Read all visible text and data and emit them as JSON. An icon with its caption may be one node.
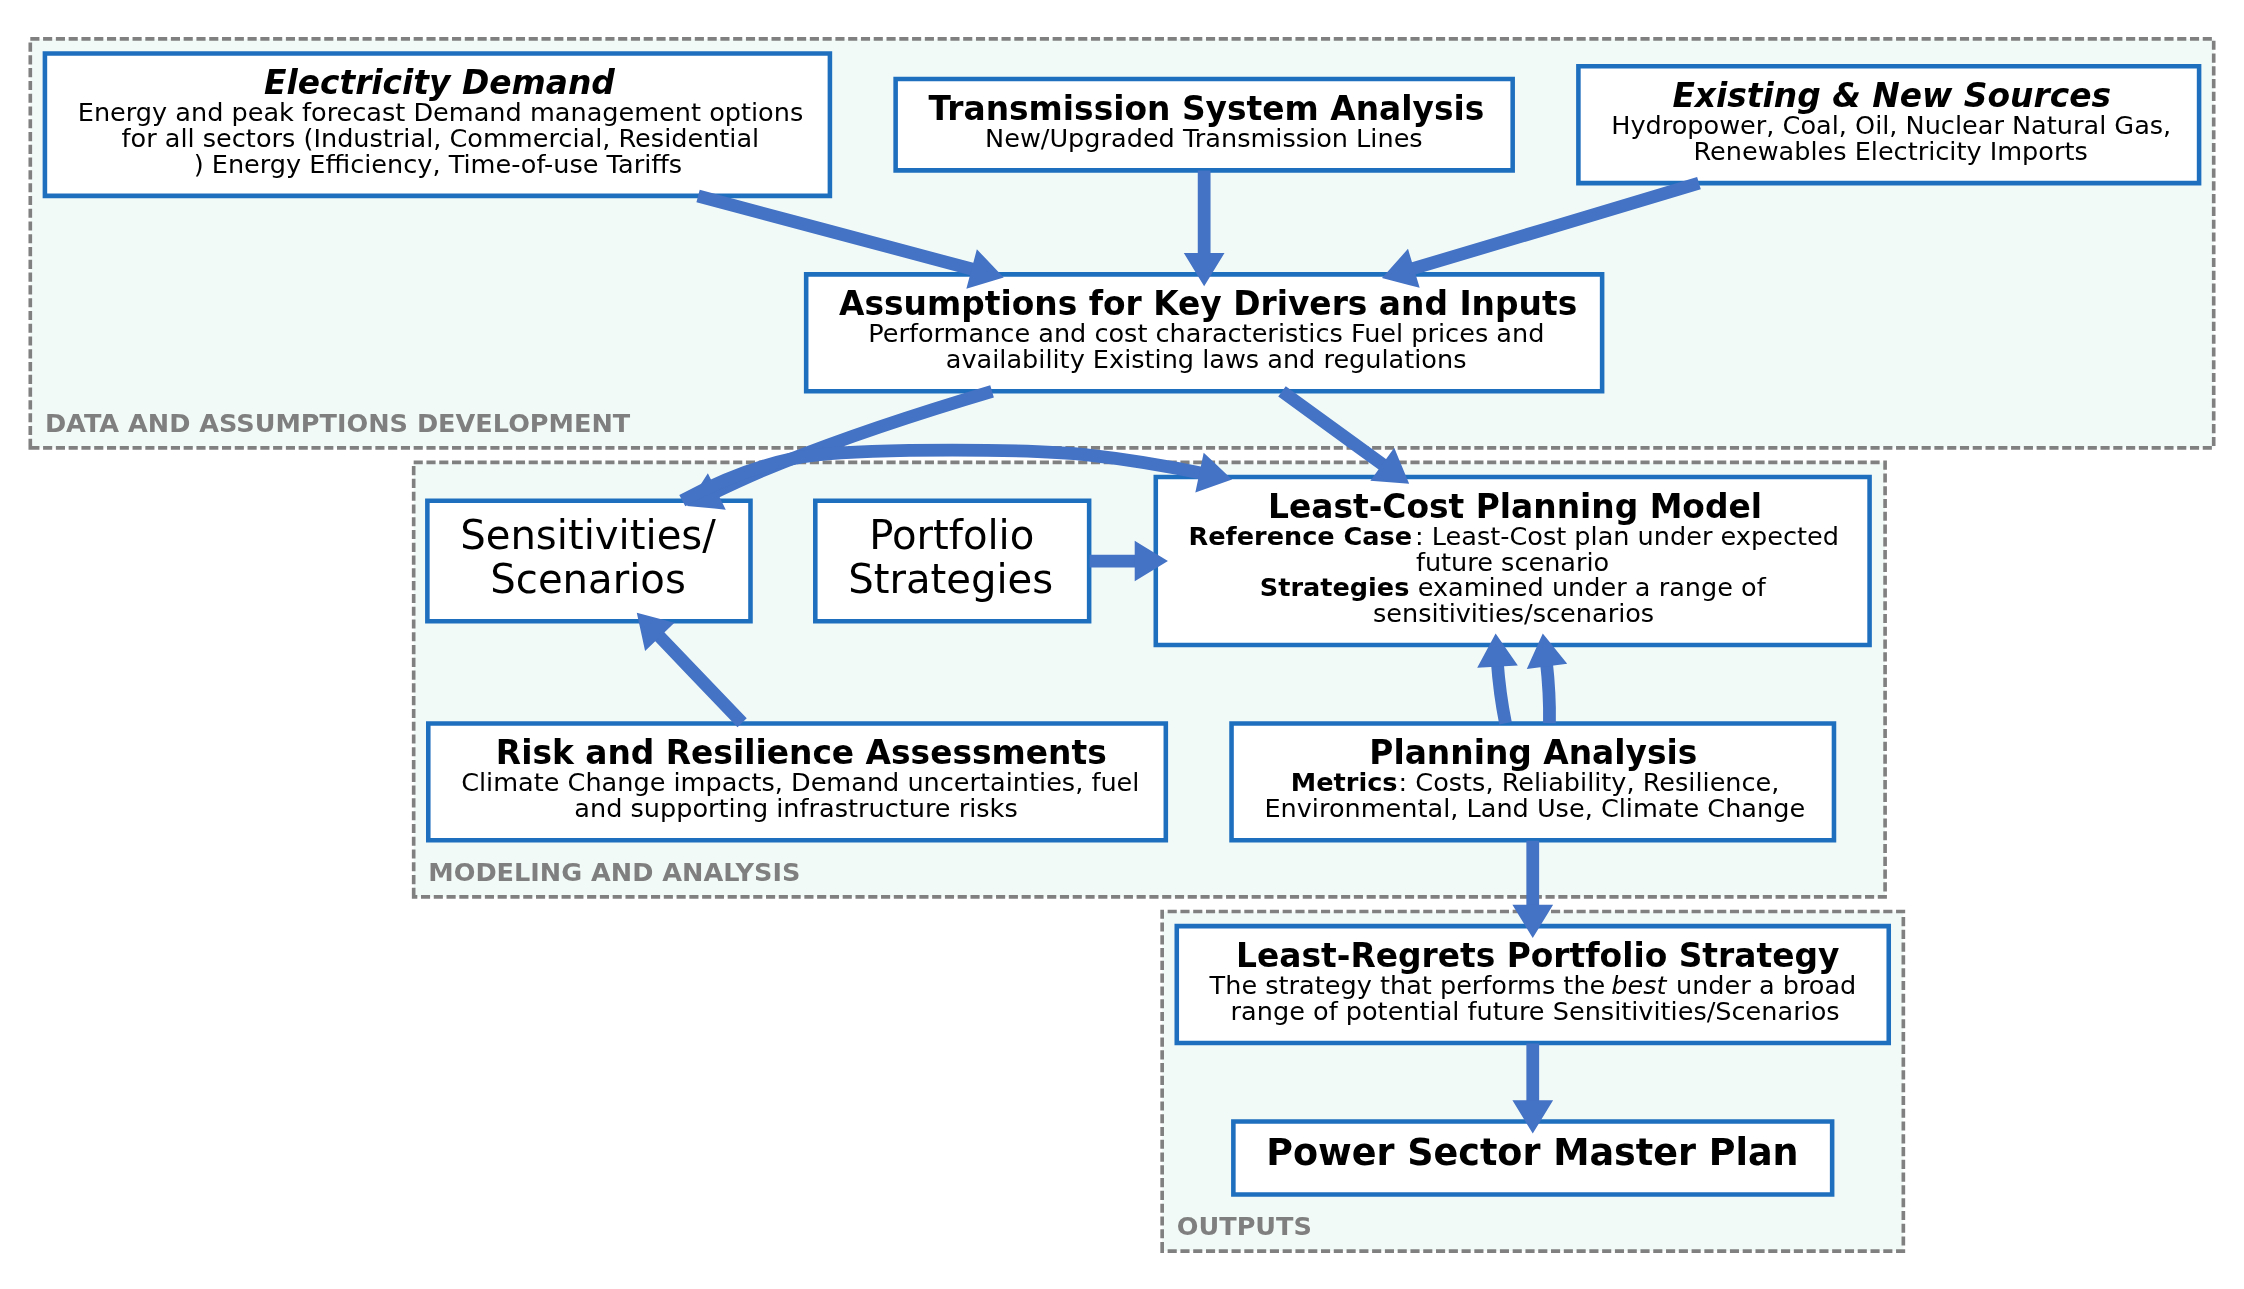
{
  "diagram": {
    "nodes": [
      {
        "text": [
          "DATA AND ASSUMPTIONS DEVELOPMENT"
        ]
      },
      {
        "text": [
          "Existing & New Sources",
          "Hydropower, Coal, Oil, Nuclear Natural Gas, Renewables Electricity Imports"
        ],
        "in": 0
      },
      {
        "text": [
          "Transmission System Analysis",
          "New/Upgraded Transmission Lines"
        ],
        "in": 0
      },
      {
        "text": [
          "Electricity Demand",
          "Energy and peak forecast Demand management options for all sectors (Industrial, Commercial, Residential ) Energy Efficiency, Time-of-use Tariffs"
        ],
        "in": 0
      },
      {
        "text": [
          "Assumptions for Key Drivers and Inputs",
          "Performance and cost characteristics Fuel prices and availability Existing laws and regulations"
        ],
        "in": 0
      },
      {
        "text": [
          "MODELING AND ANALYSIS"
        ]
      },
      {
        "text": [
          "Portfolio Strategies"
        ],
        "in": 5
      },
      {
        "text": [
          "Least-Cost Planning Model",
          "**Reference Case**: Least-Cost plan under expected future scenario",
          "**Strategies** examined under a range of sensitivities/scenarios"
        ],
        "in": 5
      },
      {
        "text": [
          "Sensitivities/ Scenarios"
        ],
        "in": 5
      },
      {
        "text": [
          "Planning Analysis",
          "**Metrics**: Costs, Reliability, Resilience, Environmental, Land Use, Climate Change"
        ],
        "in": 5
      },
      {
        "text": [
          "Risk and Resilience Assessments",
          "Climate Change impacts, Demand uncertainties, fuel and supporting infrastructure risks"
        ],
        "in": 5
      },
      {
        "text": [
          "OUTPUTS"
        ]
      },
      {
        "text": [
          "Least-Regrets Portfolio Strategy",
          "The strategy that performs the *best* under a broad range of potential future Sensitivities/Scenarios"
        ],
        "in": 11
      },
      {
        "text": [
          "Power Sector Master Plan"
        ],
        "in": 11
      }
    ],
    "edges": [
      {
        "from": 1,
        "to": 4,
        "arrow": "to"
      },
      {
        "from": 2,
        "to": 4,
        "arrow": "to"
      },
      {
        "from": 3,
        "to": 4,
        "arrow": "to"
      },
      {
        "from": 4,
        "to": 8,
        "arrow": "to"
      },
      {
        "from": 4,
        "to": 7,
        "arrow": "to"
      },
      {
        "from": 6,
        "to": 7,
        "arrow": "to"
      },
      {
        "from": 8,
        "to": 7,
        "arrow": "to"
      },
      {
        "from": 9,
        "to": 7,
        "arrow": "to"
      },
      {
        "from": 9,
        "to": 7,
        "arrow": "to"
      },
      {
        "from": 10,
        "to": 8,
        "arrow": "to"
      },
      {
        "from": 9,
        "to": 12,
        "arrow": "to"
      },
      {
        "from": 12,
        "to": 13,
        "arrow": "to"
      }
    ]
  }
}
